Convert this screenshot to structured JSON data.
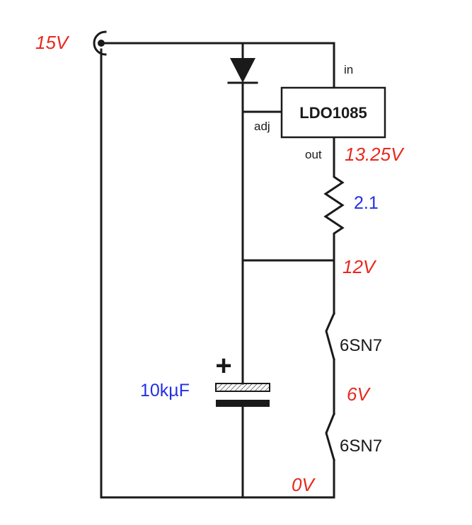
{
  "voltages": {
    "input": "15V",
    "regulator_out": "13.25V",
    "rail": "12V",
    "midpoint": "6V",
    "ground": "0V"
  },
  "regulator": {
    "name": "LDO1085",
    "pin_in": "in",
    "pin_adj": "adj",
    "pin_out": "out"
  },
  "resistor": {
    "value": "2.1"
  },
  "capacitor": {
    "value": "10kµF",
    "polarity": "+"
  },
  "loads": {
    "upper": "6SN7",
    "lower": "6SN7"
  },
  "colors": {
    "voltage": "#e8281e",
    "component_value": "#2230e6",
    "wire": "#1a1a1a"
  }
}
